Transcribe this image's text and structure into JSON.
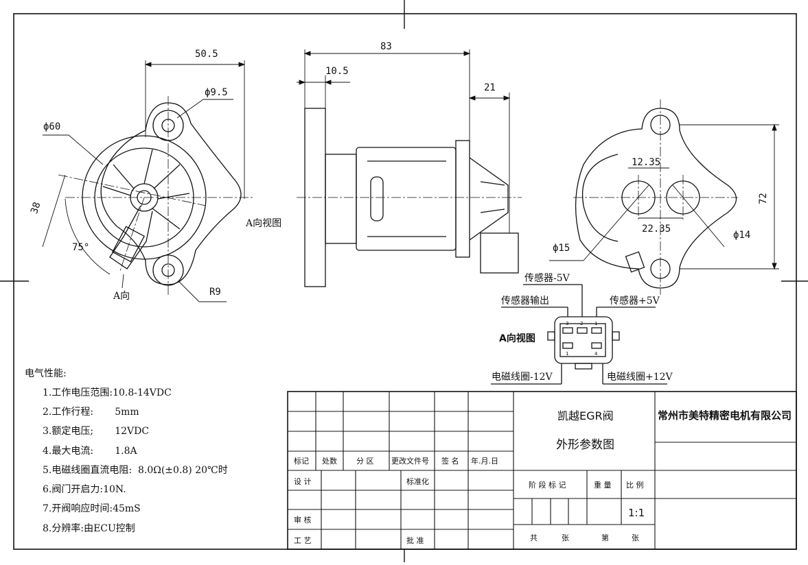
{
  "left_view": {
    "dim_width": "50.5",
    "dim_hole": "ϕ9.5",
    "dim_body": "ϕ60",
    "dim_offset": "38",
    "dim_angle": "75°",
    "dim_radius": "R9",
    "view_arrow_label": "A向",
    "view_caption": "A向视图"
  },
  "side_view": {
    "dim_length": "83",
    "dim_flange": "10.5",
    "dim_connector": "21"
  },
  "right_view": {
    "dim_spacing_top": "12.35",
    "dim_spacing_bottom": "22.35",
    "dim_height": "72",
    "dim_port_left": "ϕ15",
    "dim_port_right": "ϕ14"
  },
  "connector": {
    "title": "A向视图",
    "pin_sensor_neg": "传感器-5V",
    "pin_sensor_out": "传感器输出",
    "pin_sensor_pos": "传感器+5V",
    "pin_coil_neg": "电磁线圈-12V",
    "pin_coil_pos": "电磁线圈+12V",
    "pin_numbers": [
      "3",
      "2",
      "1"
    ],
    "lower_pin_numbers": [
      "1",
      "4"
    ]
  },
  "specs": {
    "heading": "电气性能:",
    "items": [
      "1.工作电压范围:10.8-14VDC",
      "2.工作行程:       5mm",
      "3.额定电压;       12VDC",
      "4.最大电流:       1.8A",
      "5.电磁线圈直流电阻:  8.0Ω(±0.8) 20℃时",
      "6.阀门开启力:10N.",
      "7.开阀响应时间:45mS",
      "8.分辨率:由ECU控制"
    ]
  },
  "title_block": {
    "rev_headers": [
      "标记",
      "处数",
      "分 区",
      "更改文件号",
      "签 名",
      "年.月.日"
    ],
    "role_design": "设 计",
    "role_standard": "标准化",
    "role_review": "审 核",
    "role_process": "工 艺",
    "role_approve": "批 准",
    "product_name": "凯越EGR阀",
    "drawing_name": "外形参数图",
    "company": "常州市美特精密电机有限公司",
    "stage_label": "阶 段 标 记",
    "weight_label": "重 量",
    "scale_label": "比 例",
    "scale_value": "1:1",
    "sheets_total_label": "共",
    "sheets_unit_label": "张",
    "sheet_no_label": "第",
    "sheet_unit_label2": "张"
  }
}
